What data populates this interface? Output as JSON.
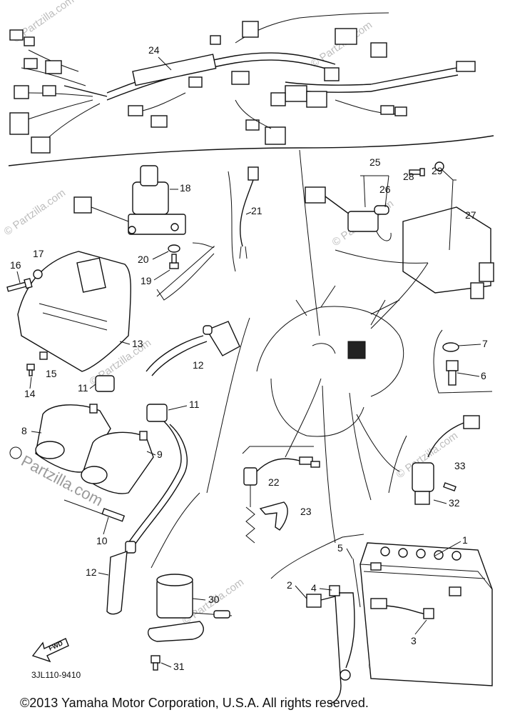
{
  "watermark": {
    "text": "© Partzilla.com",
    "text_large": "Partzilla.com"
  },
  "diagram_code": "3JL110-9410",
  "fwd_label": "FWD",
  "copyright": "©2013  Yamaha Motor Corporation, U.S.A. All rights reserved.",
  "callouts": {
    "c1": "1",
    "c2": "2",
    "c3": "3",
    "c4": "4",
    "c5": "5",
    "c6": "6",
    "c7": "7",
    "c8": "8",
    "c9": "9",
    "c10": "10",
    "c11a": "11",
    "c11b": "11",
    "c12a": "12",
    "c12b": "12",
    "c13": "13",
    "c14": "14",
    "c15": "15",
    "c16": "16",
    "c17": "17",
    "c18": "18",
    "c19": "19",
    "c20": "20",
    "c21": "21",
    "c22": "22",
    "c23": "23",
    "c24": "24",
    "c25": "25",
    "c26": "26",
    "c27": "27",
    "c28": "28",
    "c29": "29",
    "c30": "30",
    "c31": "31",
    "c32": "32",
    "c33": "33"
  }
}
